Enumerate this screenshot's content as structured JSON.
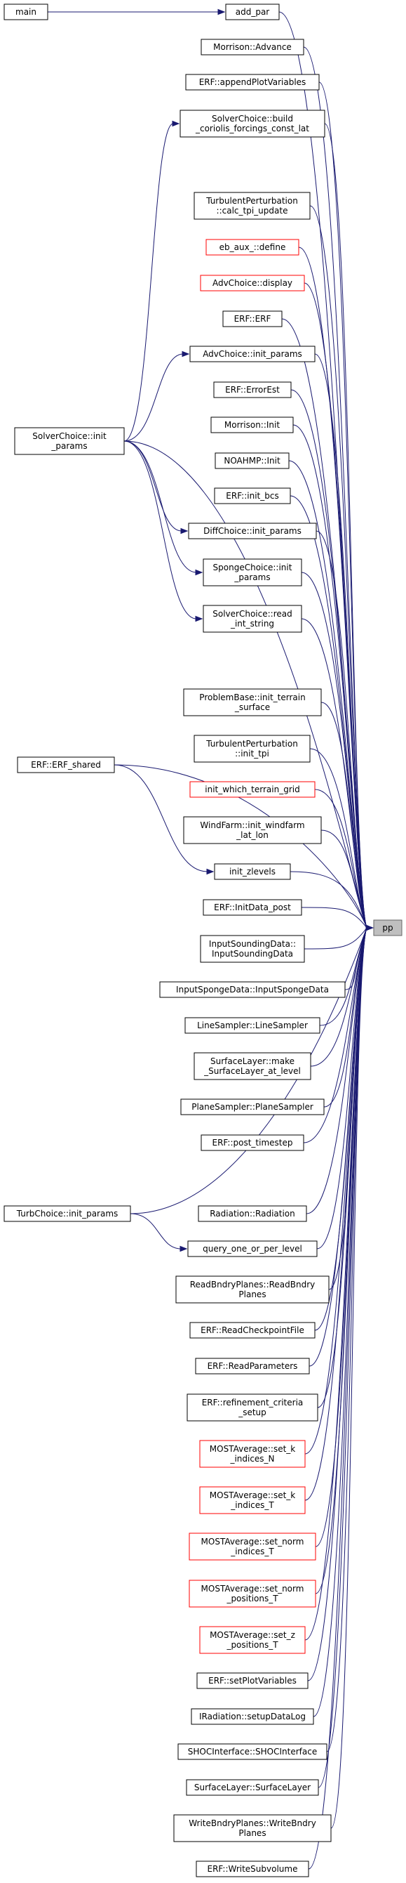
{
  "colors": {
    "edge": "#191970",
    "border_default": "#000000",
    "border_unresolved": "#ff0000",
    "target_fill": "#bfbfbf"
  },
  "target": {
    "id": "pp",
    "label": "pp"
  },
  "nodes": [
    {
      "id": "main",
      "lines": [
        "main"
      ],
      "style": "normal"
    },
    {
      "id": "add_par",
      "lines": [
        "add_par"
      ],
      "style": "normal"
    },
    {
      "id": "morrison_advance",
      "lines": [
        "Morrison::Advance"
      ],
      "style": "normal"
    },
    {
      "id": "erf_appendplotvariables",
      "lines": [
        "ERF::appendPlotVariables"
      ],
      "style": "normal"
    },
    {
      "id": "solverchoice_build",
      "lines": [
        "SolverChoice::build",
        "_coriolis_forcings_const_lat"
      ],
      "style": "normal"
    },
    {
      "id": "turbpert_calc",
      "lines": [
        "TurbulentPerturbation",
        "::calc_tpi_update"
      ],
      "style": "normal"
    },
    {
      "id": "eb_aux_define",
      "lines": [
        "eb_aux_::define"
      ],
      "style": "unresolved"
    },
    {
      "id": "advchoice_display",
      "lines": [
        "AdvChoice::display"
      ],
      "style": "unresolved"
    },
    {
      "id": "erf_erf",
      "lines": [
        "ERF::ERF"
      ],
      "style": "normal"
    },
    {
      "id": "advchoice_init",
      "lines": [
        "AdvChoice::init_params"
      ],
      "style": "normal"
    },
    {
      "id": "erf_errorest",
      "lines": [
        "ERF::ErrorEst"
      ],
      "style": "normal"
    },
    {
      "id": "solverchoice_init",
      "lines": [
        "SolverChoice::init",
        "_params"
      ],
      "style": "normal"
    },
    {
      "id": "morrison_init",
      "lines": [
        "Morrison::Init"
      ],
      "style": "normal"
    },
    {
      "id": "noahmp_init",
      "lines": [
        "NOAHMP::Init"
      ],
      "style": "normal"
    },
    {
      "id": "erf_init_bcs",
      "lines": [
        "ERF::init_bcs"
      ],
      "style": "normal"
    },
    {
      "id": "diffchoice_init",
      "lines": [
        "DiffChoice::init_params"
      ],
      "style": "normal"
    },
    {
      "id": "spongechoice_init",
      "lines": [
        "SpongeChoice::init",
        "_params"
      ],
      "style": "normal"
    },
    {
      "id": "solverchoice_read",
      "lines": [
        "SolverChoice::read",
        "_int_string"
      ],
      "style": "normal"
    },
    {
      "id": "problembase_init",
      "lines": [
        "ProblemBase::init_terrain",
        "_surface"
      ],
      "style": "normal"
    },
    {
      "id": "turbpert_init",
      "lines": [
        "TurbulentPerturbation",
        "::init_tpi"
      ],
      "style": "normal"
    },
    {
      "id": "erf_erf_shared",
      "lines": [
        "ERF::ERF_shared"
      ],
      "style": "normal"
    },
    {
      "id": "init_which_terrain",
      "lines": [
        "init_which_terrain_grid"
      ],
      "style": "unresolved"
    },
    {
      "id": "windfarm_init",
      "lines": [
        "WindFarm::init_windfarm",
        "_lat_lon"
      ],
      "style": "normal"
    },
    {
      "id": "init_zlevels",
      "lines": [
        "init_zlevels"
      ],
      "style": "normal"
    },
    {
      "id": "erf_initdata_post",
      "lines": [
        "ERF::InitData_post"
      ],
      "style": "normal"
    },
    {
      "id": "inputsoundingdata",
      "lines": [
        "InputSoundingData::",
        "InputSoundingData"
      ],
      "style": "normal"
    },
    {
      "id": "inputspongedata",
      "lines": [
        "InputSpongeData::InputSpongeData"
      ],
      "style": "normal"
    },
    {
      "id": "linesampler",
      "lines": [
        "LineSampler::LineSampler"
      ],
      "style": "normal"
    },
    {
      "id": "surfacelayer_make",
      "lines": [
        "SurfaceLayer::make",
        "_SurfaceLayer_at_level"
      ],
      "style": "normal"
    },
    {
      "id": "planesampler",
      "lines": [
        "PlaneSampler::PlaneSampler"
      ],
      "style": "normal"
    },
    {
      "id": "erf_post_timestep",
      "lines": [
        "ERF::post_timestep"
      ],
      "style": "normal"
    },
    {
      "id": "turbchoice_init",
      "lines": [
        "TurbChoice::init_params"
      ],
      "style": "normal"
    },
    {
      "id": "radiation_radiation",
      "lines": [
        "Radiation::Radiation"
      ],
      "style": "normal"
    },
    {
      "id": "query_one_or_per_level",
      "lines": [
        "query_one_or_per_level"
      ],
      "style": "normal"
    },
    {
      "id": "readbndryplanes",
      "lines": [
        "ReadBndryPlanes::ReadBndry",
        "Planes"
      ],
      "style": "normal"
    },
    {
      "id": "erf_readcheckpointfile",
      "lines": [
        "ERF::ReadCheckpointFile"
      ],
      "style": "normal"
    },
    {
      "id": "erf_readparameters",
      "lines": [
        "ERF::ReadParameters"
      ],
      "style": "normal"
    },
    {
      "id": "erf_refinement",
      "lines": [
        "ERF::refinement_criteria",
        "_setup"
      ],
      "style": "normal"
    },
    {
      "id": "mostavg_set_k_n",
      "lines": [
        "MOSTAverage::set_k",
        "_indices_N"
      ],
      "style": "unresolved"
    },
    {
      "id": "mostavg_set_k_t",
      "lines": [
        "MOSTAverage::set_k",
        "_indices_T"
      ],
      "style": "unresolved"
    },
    {
      "id": "mostavg_set_norm_ind",
      "lines": [
        "MOSTAverage::set_norm",
        "_indices_T"
      ],
      "style": "unresolved"
    },
    {
      "id": "mostavg_set_norm_pos",
      "lines": [
        "MOSTAverage::set_norm",
        "_positions_T"
      ],
      "style": "unresolved"
    },
    {
      "id": "mostavg_set_z_pos",
      "lines": [
        "MOSTAverage::set_z",
        "_positions_T"
      ],
      "style": "unresolved"
    },
    {
      "id": "erf_setplotvariables",
      "lines": [
        "ERF::setPlotVariables"
      ],
      "style": "normal"
    },
    {
      "id": "iradiation_setup",
      "lines": [
        "IRadiation::setupDataLog"
      ],
      "style": "normal"
    },
    {
      "id": "shocinterface",
      "lines": [
        "SHOCInterface::SHOCInterface"
      ],
      "style": "normal"
    },
    {
      "id": "surfacelayer_surfacelayer",
      "lines": [
        "SurfaceLayer::SurfaceLayer"
      ],
      "style": "normal"
    },
    {
      "id": "writebndryplanes",
      "lines": [
        "WriteBndryPlanes::WriteBndry",
        "Planes"
      ],
      "style": "normal"
    },
    {
      "id": "erf_writesubvolume",
      "lines": [
        "ERF::WriteSubvolume"
      ],
      "style": "normal"
    }
  ],
  "edges": [
    [
      "main",
      "add_par"
    ],
    [
      "add_par",
      "pp"
    ],
    [
      "morrison_advance",
      "pp"
    ],
    [
      "erf_appendplotvariables",
      "pp"
    ],
    [
      "solverchoice_build",
      "pp"
    ],
    [
      "turbpert_calc",
      "pp"
    ],
    [
      "eb_aux_define",
      "pp"
    ],
    [
      "advchoice_display",
      "pp"
    ],
    [
      "erf_erf",
      "pp"
    ],
    [
      "advchoice_init",
      "pp"
    ],
    [
      "erf_errorest",
      "pp"
    ],
    [
      "morrison_init",
      "pp"
    ],
    [
      "noahmp_init",
      "pp"
    ],
    [
      "erf_init_bcs",
      "pp"
    ],
    [
      "diffchoice_init",
      "pp"
    ],
    [
      "spongechoice_init",
      "pp"
    ],
    [
      "solverchoice_read",
      "pp"
    ],
    [
      "problembase_init",
      "pp"
    ],
    [
      "turbpert_init",
      "pp"
    ],
    [
      "init_which_terrain",
      "pp"
    ],
    [
      "windfarm_init",
      "pp"
    ],
    [
      "init_zlevels",
      "pp"
    ],
    [
      "erf_initdata_post",
      "pp"
    ],
    [
      "inputsoundingdata",
      "pp"
    ],
    [
      "inputspongedata",
      "pp"
    ],
    [
      "linesampler",
      "pp"
    ],
    [
      "surfacelayer_make",
      "pp"
    ],
    [
      "planesampler",
      "pp"
    ],
    [
      "erf_post_timestep",
      "pp"
    ],
    [
      "radiation_radiation",
      "pp"
    ],
    [
      "query_one_or_per_level",
      "pp"
    ],
    [
      "readbndryplanes",
      "pp"
    ],
    [
      "erf_readcheckpointfile",
      "pp"
    ],
    [
      "erf_readparameters",
      "pp"
    ],
    [
      "erf_refinement",
      "pp"
    ],
    [
      "mostavg_set_k_n",
      "pp"
    ],
    [
      "mostavg_set_k_t",
      "pp"
    ],
    [
      "mostavg_set_norm_ind",
      "pp"
    ],
    [
      "mostavg_set_norm_pos",
      "pp"
    ],
    [
      "mostavg_set_z_pos",
      "pp"
    ],
    [
      "erf_setplotvariables",
      "pp"
    ],
    [
      "iradiation_setup",
      "pp"
    ],
    [
      "shocinterface",
      "pp"
    ],
    [
      "surfacelayer_surfacelayer",
      "pp"
    ],
    [
      "writebndryplanes",
      "pp"
    ],
    [
      "erf_writesubvolume",
      "pp"
    ],
    [
      "solverchoice_init",
      "solverchoice_build"
    ],
    [
      "solverchoice_init",
      "pp"
    ],
    [
      "solverchoice_init",
      "advchoice_init"
    ],
    [
      "solverchoice_init",
      "diffchoice_init"
    ],
    [
      "solverchoice_init",
      "spongechoice_init"
    ],
    [
      "solverchoice_init",
      "solverchoice_read"
    ],
    [
      "erf_erf_shared",
      "pp"
    ],
    [
      "erf_erf_shared",
      "init_zlevels"
    ],
    [
      "turbchoice_init",
      "pp"
    ],
    [
      "turbchoice_init",
      "query_one_or_per_level"
    ]
  ]
}
